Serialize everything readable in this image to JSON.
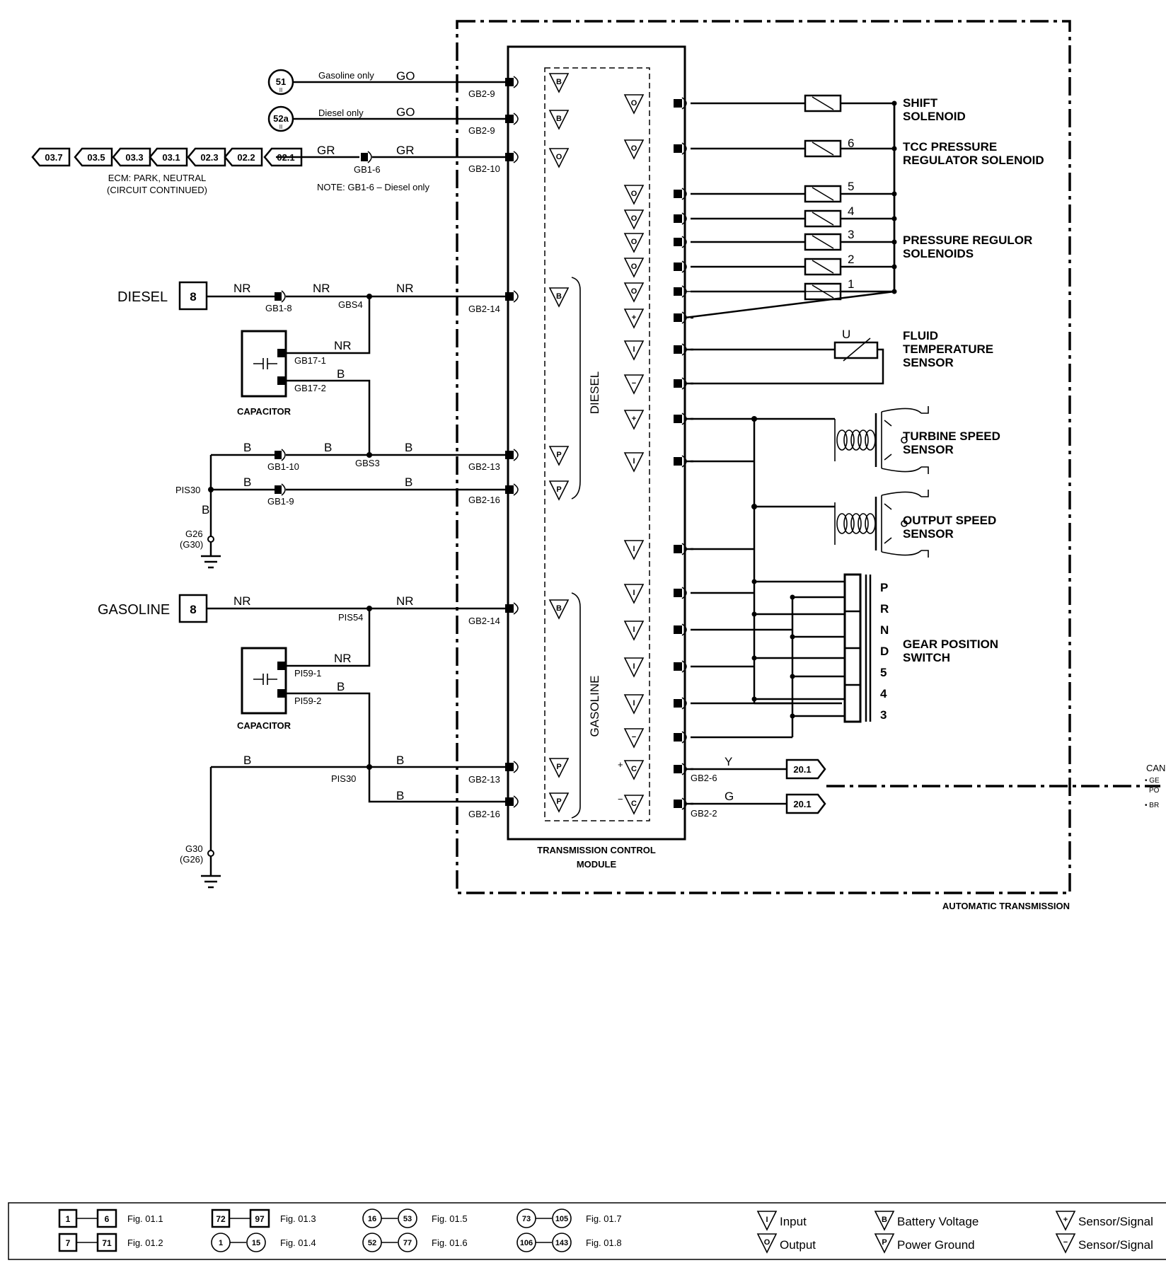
{
  "left": {
    "conn51": {
      "num": "51",
      "sub": "II",
      "note": "Gasoline only",
      "wire": "GO",
      "pin": "GB2-9"
    },
    "conn52a": {
      "num": "52a",
      "sub": "II",
      "note": "Diesel only",
      "wire": "GO",
      "pin": "GB2-9"
    },
    "gr_line": {
      "wire1": "GR",
      "wire2": "GR",
      "splice": "GB1-6",
      "pin": "GB2-10",
      "note": "NOTE: GB1-6 – Diesel only"
    },
    "ecm_arrows": [
      "03.7",
      "03.5",
      "03.3",
      "03.1",
      "02.3",
      "02.2",
      "02.1"
    ],
    "ecm_note_1": "ECM: PARK, NEUTRAL",
    "ecm_note_2": "(CIRCUIT CONTINUED)",
    "diesel": {
      "label": "DIESEL",
      "fuse": "8",
      "w1": "NR",
      "conn1": "GB1-8",
      "w2": "NR",
      "splice": "GBS4",
      "w3": "NR",
      "pin": "GB2-14",
      "cap_w1": "NR",
      "cap_pin1": "GB17-1",
      "cap_w2": "B",
      "cap_pin2": "GB17-2",
      "cap_label": "CAPACITOR",
      "b1": "B",
      "b1conn": "GB1-10",
      "b2": "B",
      "bsplice": "GBS3",
      "b3": "B",
      "bpin1": "GB2-13",
      "pis": "PIS30",
      "b4": "B",
      "b4conn": "GB1-9",
      "b5": "B",
      "bpin2": "GB2-16",
      "bvert": "B",
      "ground": "G26",
      "ground2": "(G30)"
    },
    "gasoline": {
      "label": "GASOLINE",
      "fuse": "8",
      "w1": "NR",
      "splice": "PIS54",
      "w2": "NR",
      "pin": "GB2-14",
      "cap_w1": "NR",
      "cap_pin1": "PI59-1",
      "cap_w2": "B",
      "cap_pin2": "PI59-2",
      "cap_label": "CAPACITOR",
      "b1": "B",
      "pis": "PIS30",
      "b2": "B",
      "bpin1": "GB2-13",
      "b3": "B",
      "bpin2": "GB2-16",
      "ground": "G30",
      "ground2": "(G26)"
    }
  },
  "module": {
    "title_1": "TRANSMISSION CONTROL",
    "title_2": "MODULE",
    "diesel_label": "DIESEL",
    "gasoline_label": "GASOLINE",
    "can_pin1": "GB2-6",
    "can_wire1": "Y",
    "can_pin2": "GB2-2",
    "can_wire2": "G",
    "can_ref1": "20.1",
    "can_ref2": "20.1"
  },
  "right": {
    "shift_1": "SHIFT",
    "shift_2": "SOLENOID",
    "tcc_num": "6",
    "tcc_1": "TCC PRESSURE",
    "tcc_2": "REGULATOR SOLENOID",
    "sol_nums": [
      "5",
      "4",
      "3",
      "2",
      "1"
    ],
    "prs_1": "PRESSURE REGULOR",
    "prs_2": "SOLENOIDS",
    "fluid_u": "U",
    "fluid_1": "FLUID",
    "fluid_2": "TEMPERATURE",
    "fluid_3": "SENSOR",
    "turbine_1": "TURBINE SPEED",
    "turbine_2": "SENSOR",
    "output_1": "OUTPUT SPEED",
    "output_2": "SENSOR",
    "gear_letters": [
      "P",
      "R",
      "N",
      "D",
      "5",
      "4",
      "3"
    ],
    "gear_1": "GEAR POSITION",
    "gear_2": "SWITCH",
    "auto_trans": "AUTOMATIC TRANSMISSION",
    "can_cut_1": "CAN",
    "can_cut_2": "• GE",
    "can_cut_3": "PO",
    "can_cut_4": "• BR"
  },
  "legend": {
    "r1": [
      {
        "a": "1",
        "b": "6",
        "fig": "Fig. 01.1"
      },
      {
        "a": "72",
        "b": "97",
        "fig": "Fig. 01.3"
      },
      {
        "a": "16",
        "b": "53",
        "fig": "Fig. 01.5"
      },
      {
        "a": "73",
        "b": "105",
        "fig": "Fig. 01.7"
      }
    ],
    "r2": [
      {
        "a": "7",
        "b": "71",
        "fig": "Fig. 01.2"
      },
      {
        "a": "1",
        "b": "15",
        "fig": "Fig. 01.4"
      },
      {
        "a": "52",
        "b": "77",
        "fig": "Fig. 01.6"
      },
      {
        "a": "106",
        "b": "143",
        "fig": "Fig. 01.8"
      }
    ],
    "input": "Input",
    "output": "Output",
    "battery": "Battery Voltage",
    "power_ground": "Power Ground",
    "sensor1": "Sensor/Signal",
    "sensor2": "Sensor/Signal"
  }
}
